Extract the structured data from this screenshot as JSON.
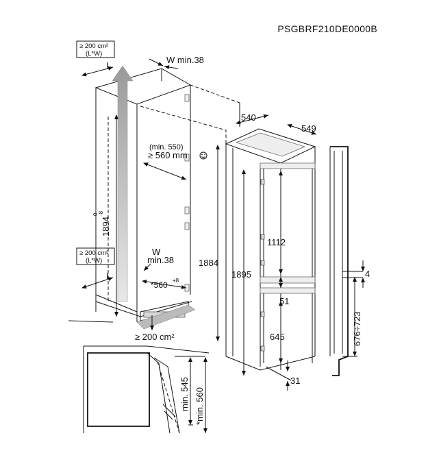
{
  "model_code": "PSGBRF210DE0000B",
  "vent_top": {
    "area": "≥ 200 cm²",
    "note": "(L*W)",
    "length_label": "L",
    "width_label": "W min.38"
  },
  "vent_bottom": {
    "area": "≥ 200 cm²",
    "note": "(L*W)",
    "length_label": "L",
    "width_label_1": "W",
    "width_label_2": "min.38"
  },
  "niche": {
    "depth_min_small": "(min. 550)",
    "depth_min": "≥ 560 mm",
    "height": "1894",
    "height_tol_top": "0",
    "height_tol_bottom": "-8",
    "inner_height": "1884",
    "width": "*560",
    "width_tol": "+8",
    "plinth_vent": "≥ 200 cm²",
    "smile_icon": "smiley-icon"
  },
  "appliance": {
    "depth": "540",
    "width": "549",
    "height": "1895",
    "upper_height": "1112",
    "gap": "51",
    "lower_height": "645",
    "bottom_gap": "31"
  },
  "door": {
    "gap": "4",
    "range": "676÷723"
  },
  "detail": {
    "dim_1": "min. 545",
    "dim_2": "*min. 560"
  }
}
